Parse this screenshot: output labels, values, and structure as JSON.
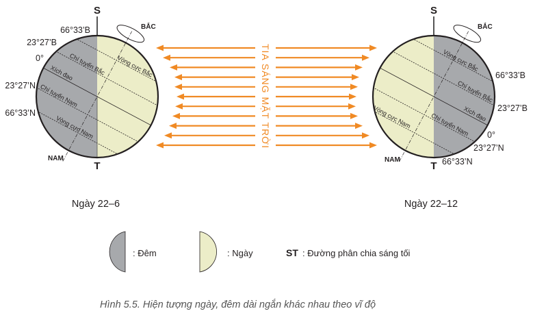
{
  "colors": {
    "night": "#a7a9ac",
    "day": "#ecedc8",
    "rays": "#f08a24"
  },
  "globe_left": {
    "date": "Ngày 22–6",
    "top": "S",
    "bottom": "T",
    "north": "BẮC",
    "south": "NAM",
    "lat_labels": [
      "66°33’B",
      "23°27’B",
      "0°",
      "23°27’N",
      "66°33’N"
    ],
    "lines": {
      "arctic": "Vòng cực Bắc",
      "tropic_n": "Chí tuyến Bắc",
      "equator": "Xích đạo",
      "tropic_s": "Chí tuyến Nam",
      "antarctic": "Vòng cực Nam"
    },
    "day_side": "right"
  },
  "globe_right": {
    "date": "Ngày 22–12",
    "top": "S",
    "bottom": "T",
    "north": "BẮC",
    "south": "NAM",
    "lat_labels": [
      "66°33’B",
      "23°27’B",
      "0°",
      "23°27’N",
      "66°33’N"
    ],
    "lines": {
      "arctic": "Vòng cực Bắc",
      "tropic_n": "Chí tuyến Bắc",
      "equator": "Xích đạo",
      "tropic_s": "Chí tuyến Nam",
      "antarctic": "Vòng cực Nam"
    },
    "day_side": "left"
  },
  "rays_label": "TIA SÁNG MẶT TRỜI",
  "legend": {
    "night": ": Đêm",
    "day": ": Ngày",
    "st_symbol": "ST",
    "st_label": ": Đường phân chia sáng tối"
  },
  "caption": "Hình 5.5. Hiện tượng ngày, đêm dài ngắn khác nhau theo vĩ độ"
}
